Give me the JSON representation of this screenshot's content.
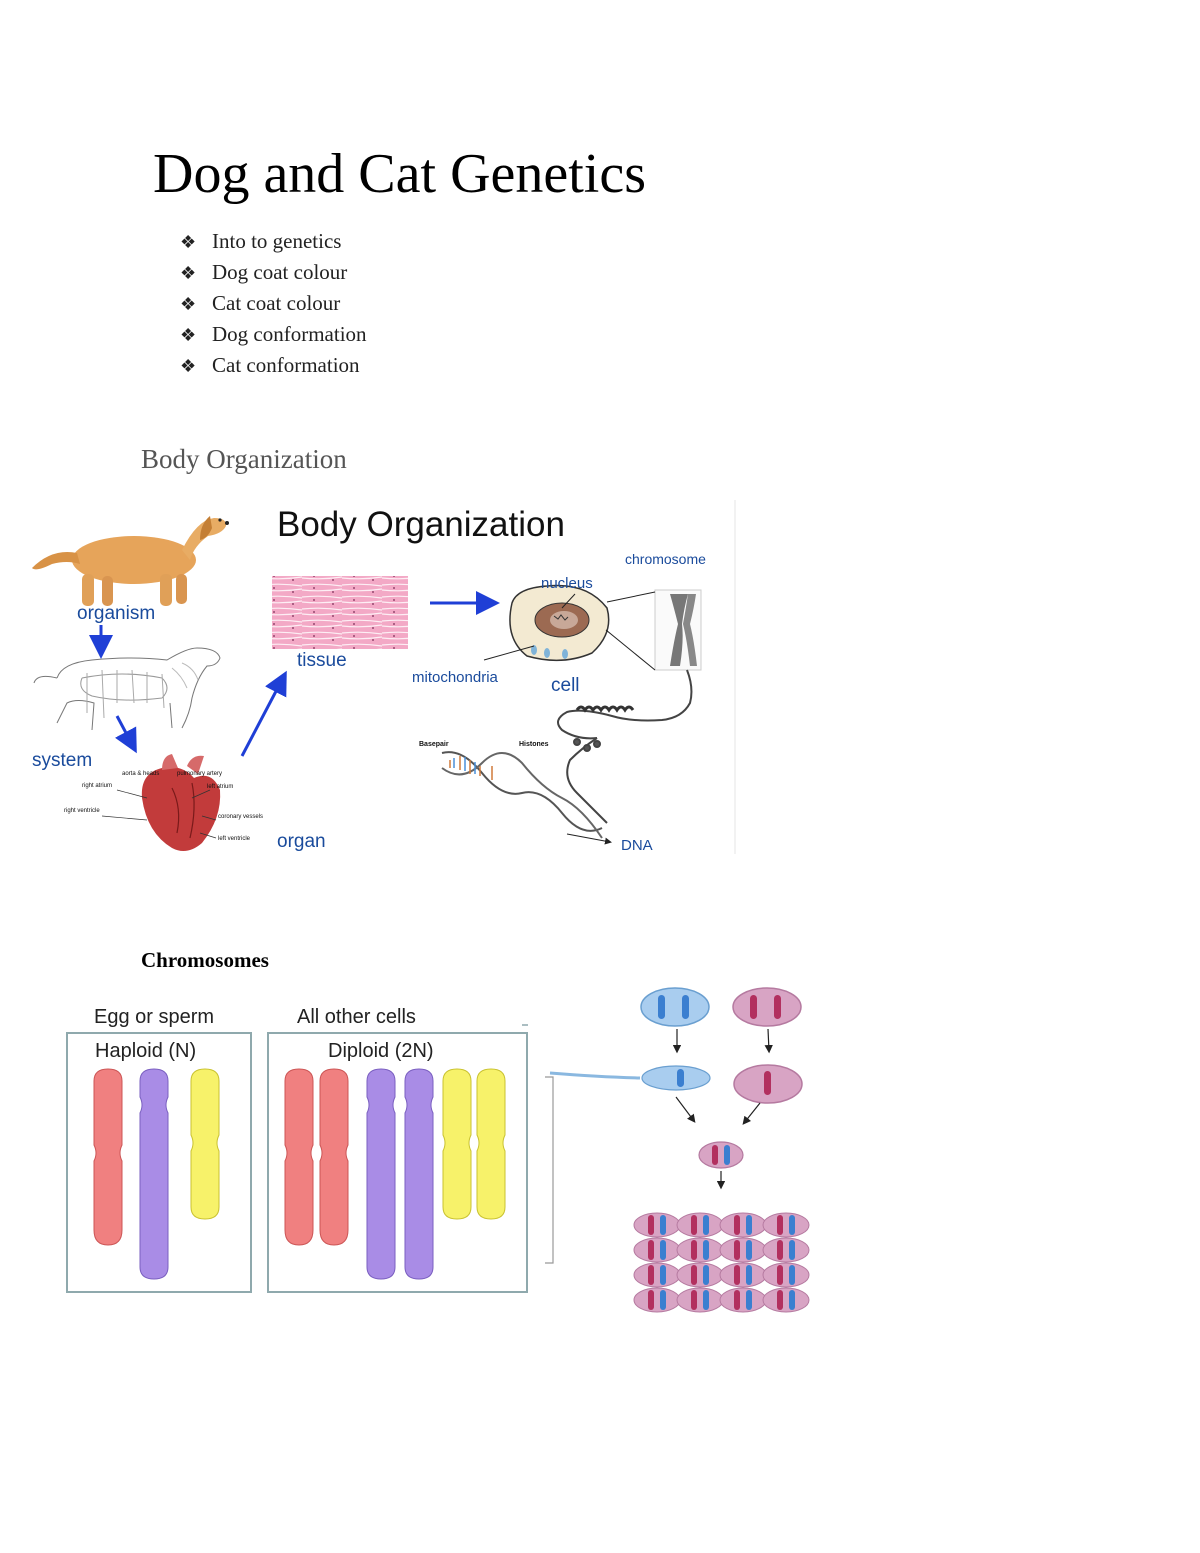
{
  "title": "Dog and Cat Genetics",
  "toc": {
    "bullet": "❖",
    "items": [
      "Into to genetics",
      "Dog coat colour",
      "Cat coat colour",
      "Dog conformation",
      "Cat conformation"
    ]
  },
  "body_org": {
    "heading": "Body Organization",
    "figure": {
      "title": "Body Organization",
      "labels": {
        "organism": "organism",
        "system": "system",
        "organ": "organ",
        "tissue": "tissue",
        "cell": "cell",
        "nucleus": "nucleus",
        "mitochondria": "mitochondria",
        "chromosome": "chromosome",
        "dna": "DNA",
        "basepair": "Basepair",
        "histones": "Histones"
      },
      "heart_labels": {
        "aorta": "aorta & heads",
        "pulmonary": "pulmonary artery",
        "right_atrium": "right atrium",
        "left_atrium": "left atrium",
        "right_ventricle": "right ventricle",
        "coronary": "coronary vessels",
        "left_ventricle": "left ventricle"
      },
      "label_color": "#1a4b9c",
      "arrow_color": "#1f3fd6"
    }
  },
  "chromosomes": {
    "heading": "Chromosomes",
    "haploid_caption": "Egg or sperm",
    "haploid_label": "Haploid (N)",
    "diploid_caption": "All other cells",
    "diploid_label": "Diploid (2N)",
    "colors": {
      "red": "#f08080",
      "purple": "#a98ce6",
      "yellow": "#f7f26a",
      "blue_cell": "#a9cdef",
      "pink_cell": "#d8a4c4",
      "blue_chrom": "#3b7fd0",
      "pink_chrom": "#b2305f"
    }
  }
}
